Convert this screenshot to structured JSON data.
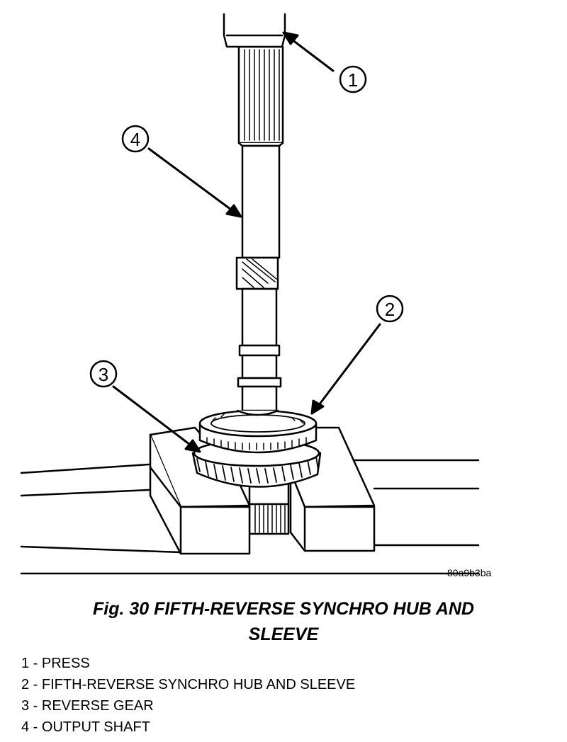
{
  "figure": {
    "image_code": "80a9b3ba",
    "caption_line1": "Fig. 30 FIFTH-REVERSE SYNCHRO HUB AND",
    "caption_line2": "SLEEVE",
    "callouts": [
      {
        "number": "1",
        "name": "press"
      },
      {
        "number": "2",
        "name": "fifth-reverse-synchro-hub-and-sleeve"
      },
      {
        "number": "3",
        "name": "reverse-gear"
      },
      {
        "number": "4",
        "name": "output-shaft"
      }
    ],
    "legend": [
      "1 - PRESS",
      "2 - FIFTH-REVERSE SYNCHRO HUB AND SLEEVE",
      "3 - REVERSE GEAR",
      "4 - OUTPUT SHAFT"
    ]
  }
}
